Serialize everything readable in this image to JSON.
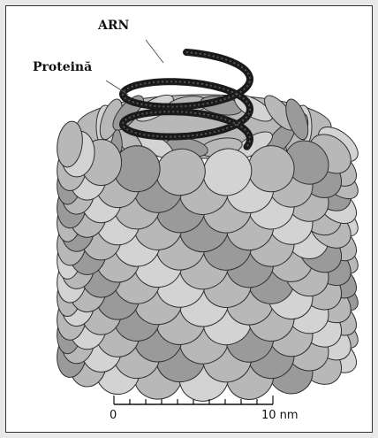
{
  "labels": {
    "arn": "ARN",
    "protein": "Proteină"
  },
  "scale_bar": {
    "start_label": "0",
    "end_label": "10 nm"
  },
  "colors": {
    "background": "#e9e9e9",
    "panel": "#ffffff",
    "rna_helix": "#1a1a1a",
    "protein_dark": "#9a9a9a",
    "protein_mid": "#b8b8b8",
    "protein_light": "#d3d3d3"
  }
}
